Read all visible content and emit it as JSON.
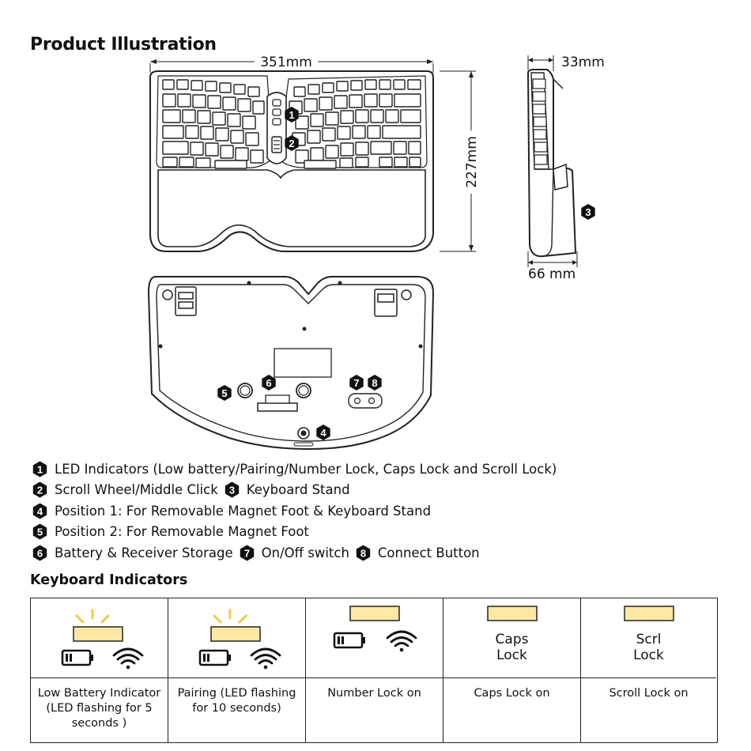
{
  "page": {
    "title": "Product Illustration",
    "subtitle": "Keyboard Indicators"
  },
  "dimensions": {
    "width": "351mm",
    "height": "227mm",
    "thickness": "33mm",
    "depth": "66 mm"
  },
  "callouts": [
    "1",
    "2",
    "3",
    "4",
    "5",
    "6",
    "7",
    "8"
  ],
  "legend": {
    "item1": "LED Indicators (Low battery/Pairing/Number Lock, Caps Lock and Scroll Lock)",
    "item2": "Scroll Wheel/Middle Click",
    "item3": "Keyboard Stand",
    "item4": "Position 1: For Removable Magnet Foot & Keyboard Stand",
    "item5": "Position 2: For Removable Magnet Foot",
    "item6": "Battery & Receiver Storage",
    "item7": "On/Off switch",
    "item8": "Connect Button"
  },
  "indicators": [
    {
      "caption": "Low Battery Indicator (LED flashing for 5 seconds )",
      "icons": [
        "led-flashing",
        "battery-low-icon",
        "wifi-icon"
      ]
    },
    {
      "caption": "Pairing (LED flashing for 10 seconds)",
      "icons": [
        "led-flashing",
        "battery-icon",
        "wifi-icon"
      ]
    },
    {
      "caption": "Number Lock on",
      "icons": [
        "led",
        "battery-icon",
        "wifi-icon"
      ]
    },
    {
      "caption": "Caps Lock on",
      "label_line1": "Caps",
      "label_line2": "Lock",
      "icons": [
        "led"
      ]
    },
    {
      "caption": "Scroll Lock on",
      "label_line1": "Scrl",
      "label_line2": "Lock",
      "icons": [
        "led"
      ]
    }
  ],
  "colors": {
    "led": "#fde7a5",
    "ray": "#f2c84b",
    "ink": "#111111"
  }
}
